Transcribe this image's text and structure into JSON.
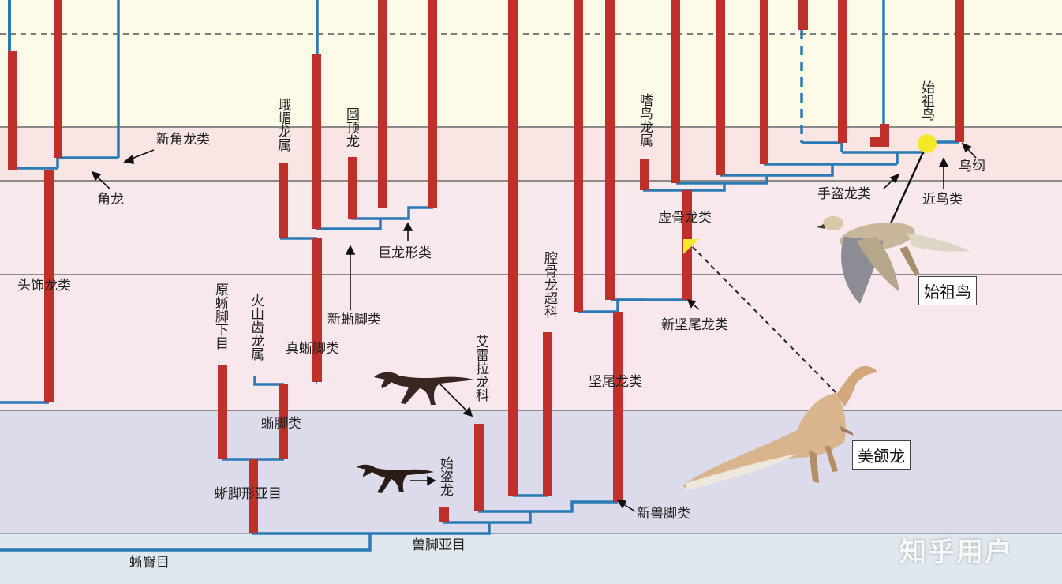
{
  "colors": {
    "band_jurassic_upper": "#fdfbe8",
    "band_pink_1": "#f9e5e3",
    "band_pink_2": "#f8e9ec",
    "band_triassic": "#dbdbeb",
    "band_bottom": "#dfe7ef",
    "range_bar": "#c0302a",
    "branch_line": "#2a7bb5",
    "dashed_line": "#555555",
    "bird_node": "#f5e82a"
  },
  "clade_labels": {
    "neoceratopsia": "新角龙类",
    "ceratopsia": "角龙",
    "heterodontosauria": "头饰龙类",
    "omeisaurus": "峨嵋龙属",
    "mamenchisaurus": "圆顶龙",
    "titanosauriformes": "巨龙形类",
    "neosauropoda": "新蜥脚类",
    "eusauropoda": "真蜥脚类",
    "prosauropoda": "原蜥脚下目",
    "volcanodon": "火山齿龙属",
    "sauropoda": "蜥脚类",
    "sauropodomorpha": "蜥脚形亚目",
    "saurischia": "蜥臀目",
    "theropoda": "兽脚亚目",
    "eoraptor": "始盗龙",
    "herrerasauridae": "艾雷拉龙科",
    "coelophysoidea": "腔骨龙超科",
    "tetanurae": "坚尾龙类",
    "neotheropoda": "新兽脚类",
    "neotetanurae": "新坚尾龙类",
    "coelurosauria": "虚骨龙类",
    "ornitholestes": "嗜鸟龙属",
    "maniraptora": "手盗龙类",
    "paraves": "近鸟类",
    "archaeopteryx": "始祖鸟",
    "aves": "鸟纲"
  },
  "callouts": {
    "archaeopteryx_box": "始祖鸟",
    "compsognathus_box": "美颌龙"
  },
  "watermark": "知乎用户"
}
